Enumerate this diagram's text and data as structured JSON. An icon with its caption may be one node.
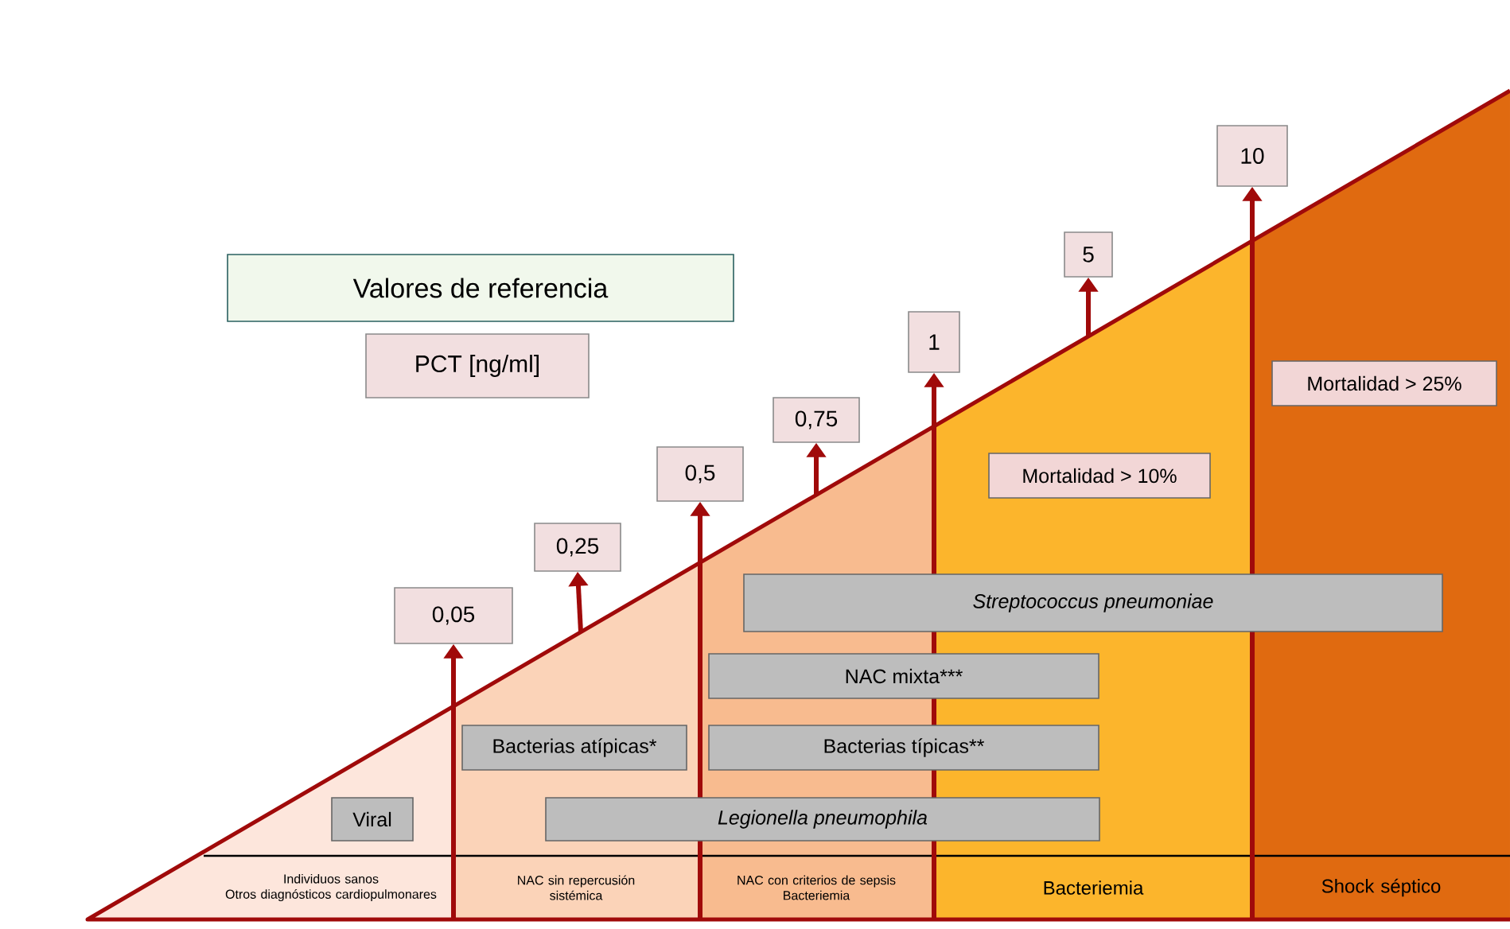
{
  "diagram": {
    "nodes": [
      {
        "text": [
          "Valores de referencia"
        ]
      },
      {
        "text": [
          "PCT [ng/ml]"
        ]
      },
      {
        "text": [
          "0,05"
        ]
      },
      {
        "text": [
          "0,25"
        ]
      },
      {
        "text": [
          "0,5"
        ]
      },
      {
        "text": [
          "0,75"
        ]
      },
      {
        "text": [
          "1"
        ]
      },
      {
        "text": [
          "5"
        ]
      },
      {
        "text": [
          "10"
        ]
      },
      {
        "text": [
          "Mortalidad > 25%"
        ]
      },
      {
        "text": [
          "Mortalidad > 10%"
        ]
      },
      {
        "text": [
          "Streptococcus pneumoniae"
        ]
      },
      {
        "text": [
          "NAC mixta***"
        ]
      },
      {
        "text": [
          "Bacterias atípicas*"
        ]
      },
      {
        "text": [
          "Bacterias típicas**"
        ]
      },
      {
        "text": [
          "Viral"
        ]
      },
      {
        "text": [
          "Legionella pneumophila"
        ]
      },
      {
        "text": [
          "Individuos sanos",
          "Otros diagnósticos cardiopulmonares"
        ]
      },
      {
        "text": [
          "NAC sin repercusión sistémica"
        ]
      },
      {
        "text": [
          "NAC con criterios de sepsis",
          "Bacteriemia"
        ]
      },
      {
        "text": [
          "Bacteriemia"
        ]
      },
      {
        "text": [
          "Shock séptico"
        ]
      }
    ],
    "edges": [
      {
        "from": null,
        "to": 2,
        "arrow": "to"
      },
      {
        "from": null,
        "to": 3,
        "arrow": "to"
      },
      {
        "from": null,
        "to": 4,
        "arrow": "to"
      },
      {
        "from": null,
        "to": 5,
        "arrow": "to"
      },
      {
        "from": null,
        "to": 6,
        "arrow": "to"
      },
      {
        "from": null,
        "to": 7,
        "arrow": "to"
      },
      {
        "from": null,
        "to": 8,
        "arrow": "to"
      }
    ]
  }
}
